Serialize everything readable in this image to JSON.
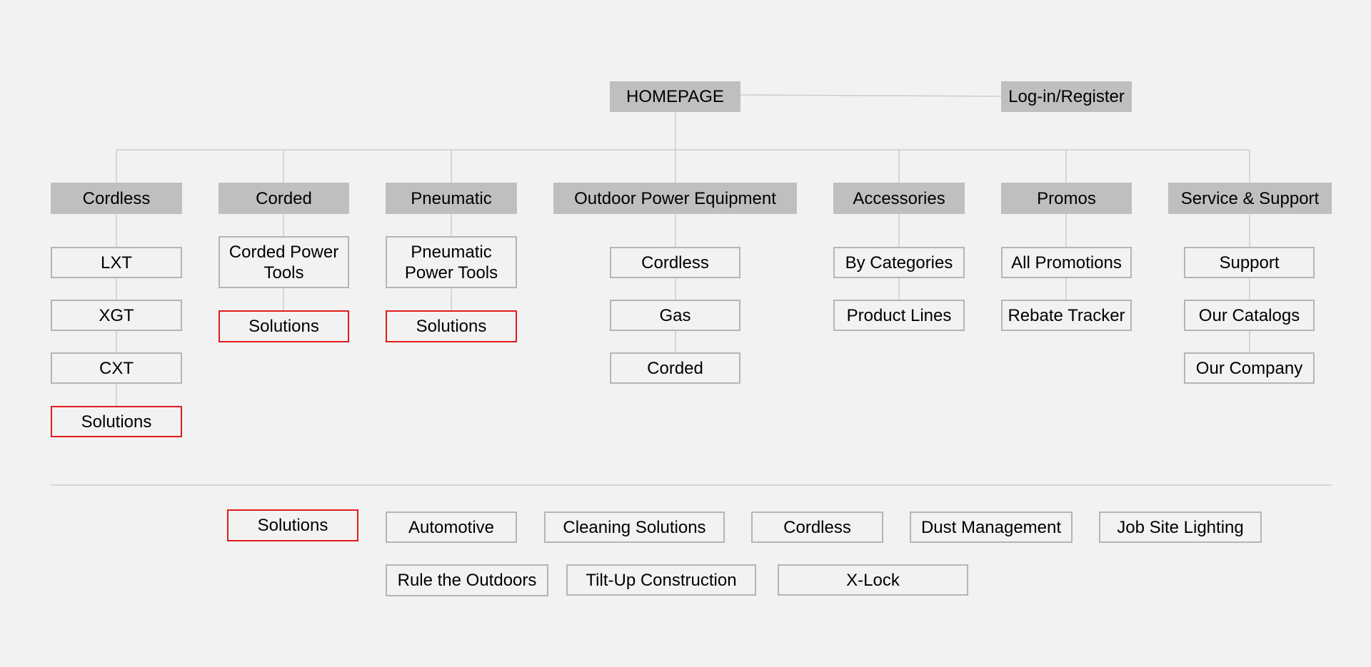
{
  "colors": {
    "background": "#f2f2f2",
    "header_fill": "#bfbfbf",
    "box_border": "#b5b5b5",
    "connector": "#cccccc",
    "highlight_border": "#e21c1c"
  },
  "root": {
    "label": "HOMEPAGE"
  },
  "login": {
    "label": "Log-in/Register"
  },
  "categories": [
    {
      "label": "Cordless",
      "children": [
        {
          "label": "LXT"
        },
        {
          "label": "XGT"
        },
        {
          "label": "CXT"
        },
        {
          "label": "Solutions",
          "highlight": true
        }
      ]
    },
    {
      "label": "Corded",
      "children": [
        {
          "label": "Corded Power Tools"
        },
        {
          "label": "Solutions",
          "highlight": true
        }
      ]
    },
    {
      "label": "Pneumatic",
      "children": [
        {
          "label": "Pneumatic Power Tools"
        },
        {
          "label": "Solutions",
          "highlight": true
        }
      ]
    },
    {
      "label": "Outdoor Power Equipment",
      "children": [
        {
          "label": "Cordless"
        },
        {
          "label": "Gas"
        },
        {
          "label": "Corded"
        }
      ]
    },
    {
      "label": "Accessories",
      "children": [
        {
          "label": "By Categories"
        },
        {
          "label": "Product Lines"
        }
      ]
    },
    {
      "label": "Promos",
      "children": [
        {
          "label": "All Promotions"
        },
        {
          "label": "Rebate Tracker"
        }
      ]
    },
    {
      "label": "Service & Support",
      "children": [
        {
          "label": "Support"
        },
        {
          "label": "Our Catalogs"
        },
        {
          "label": "Our Company"
        }
      ]
    }
  ],
  "solutions": {
    "title": {
      "label": "Solutions",
      "highlight": true
    },
    "row1": [
      {
        "label": "Automotive"
      },
      {
        "label": "Cleaning Solutions"
      },
      {
        "label": "Cordless"
      },
      {
        "label": "Dust Management"
      },
      {
        "label": "Job Site Lighting"
      }
    ],
    "row2": [
      {
        "label": "Rule the Outdoors"
      },
      {
        "label": "Tilt-Up Construction"
      },
      {
        "label": "X-Lock"
      }
    ]
  }
}
